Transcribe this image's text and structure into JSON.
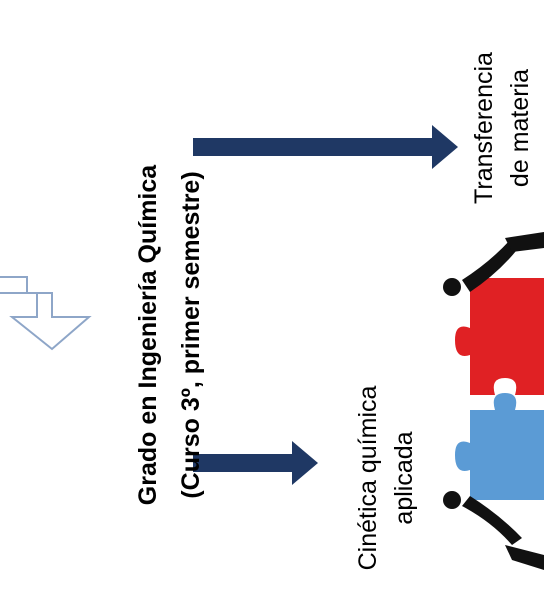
{
  "degree": {
    "line1": "Grado en Ingeniería Química",
    "line2": "(Curso 3º, primer semestre)"
  },
  "course_left": {
    "line1": "Cinética química",
    "line2": "aplicada"
  },
  "course_right": {
    "line1": "Transferencia",
    "line2": "de materia"
  },
  "colors": {
    "arrow": "#1f3864",
    "outline_arrow": "#8ea6c8",
    "puzzle_red": "#e02124",
    "puzzle_blue": "#5b9bd5",
    "figure": "#111111"
  }
}
